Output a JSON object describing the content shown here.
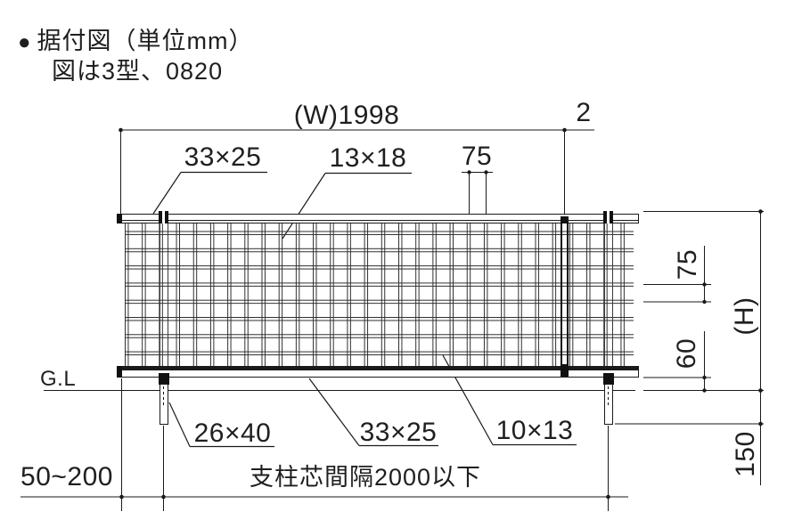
{
  "title": {
    "bullet": "●",
    "text": "据付図（単位mm）",
    "subtitle": "図は3型、0820"
  },
  "labels": {
    "width": "(W)1998",
    "gap": "2",
    "top_rail": "33×25",
    "vertical_wire": "13×18",
    "pitch_top": "75",
    "pitch_right": "75",
    "height": "(H)",
    "bottom_clearance": "60",
    "ground": "G.L",
    "post": "26×40",
    "bottom_rail": "33×25",
    "horizontal_wire": "10×13",
    "embed_depth": "150",
    "end_offset": "50~200",
    "post_spacing": "支柱芯間隔2000以下"
  },
  "colors": {
    "line": "#1a1a1a",
    "text": "#1f1f1f",
    "background": "#ffffff"
  }
}
